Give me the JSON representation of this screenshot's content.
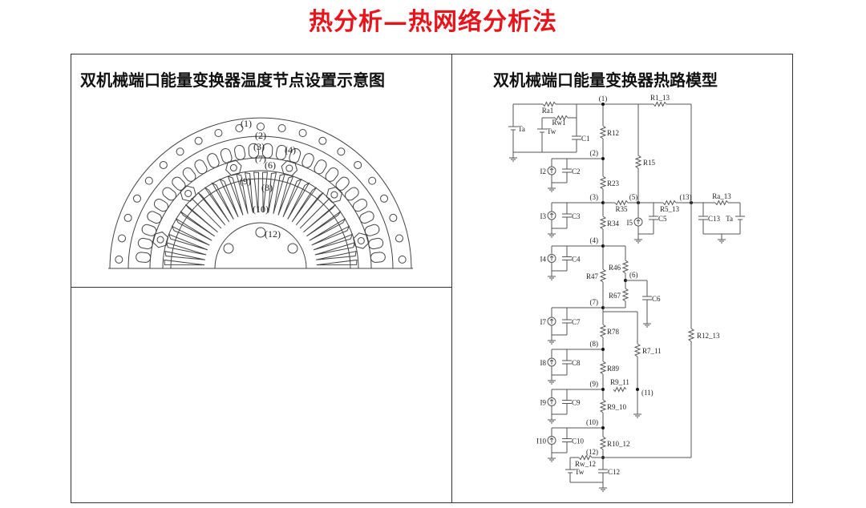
{
  "page_title": "热分析—热网络分析法",
  "left_panel": {
    "title": "双机械端口能量变换器温度节点设置示意图",
    "node_labels": {
      "n1": "(1)",
      "n2": "(2)",
      "n3": "(3)",
      "n4": "(4)",
      "n6": "(6)",
      "n7": "(7)",
      "n8": "(8)",
      "n9": "(9)",
      "n10": "(10)",
      "n12": "(12)"
    }
  },
  "right_panel": {
    "title": "双机械端口能量变换器热路模型",
    "labels": {
      "n1": "(1)",
      "n2": "(2)",
      "n3": "(3)",
      "n4": "(4)",
      "n5": "(5)",
      "n6": "(6)",
      "n7": "(7)",
      "n8": "(8)",
      "n9": "(9)",
      "n10": "(10)",
      "n11": "(11)",
      "n12": "(12)",
      "n13": "(13)",
      "Ra1": "Ra1",
      "Rw1": "Rw1",
      "R1_13": "R1_13",
      "Ta": "Ta",
      "Tw": "Tw",
      "C1": "C1",
      "R12": "R12",
      "I2": "I2",
      "C2": "C2",
      "R23": "R23",
      "R15": "R15",
      "R35": "R35",
      "R5_13": "R5_13",
      "Ra_13": "Ra_13",
      "C13": "C13",
      "Ta2": "Ta",
      "I3": "I3",
      "C3": "C3",
      "R34": "R34",
      "I5": "I5",
      "C5": "C5",
      "I4": "I4",
      "C4": "C4",
      "R46": "R46",
      "R47": "R47",
      "R67": "R67",
      "C6": "C6",
      "I7": "I7",
      "C7": "C7",
      "R78": "R78",
      "R7_11": "R7_11",
      "R12_13": "R12_13",
      "I8": "I8",
      "C8": "C8",
      "R89": "R89",
      "R9_11": "R9_11",
      "I9": "I9",
      "C9": "C9",
      "R9_10": "R9_10",
      "I10": "I10",
      "C10": "C10",
      "R10_12": "R10_12",
      "Rw_12": "Rw_12",
      "Tw2": "Tw",
      "C12": "C12"
    }
  }
}
